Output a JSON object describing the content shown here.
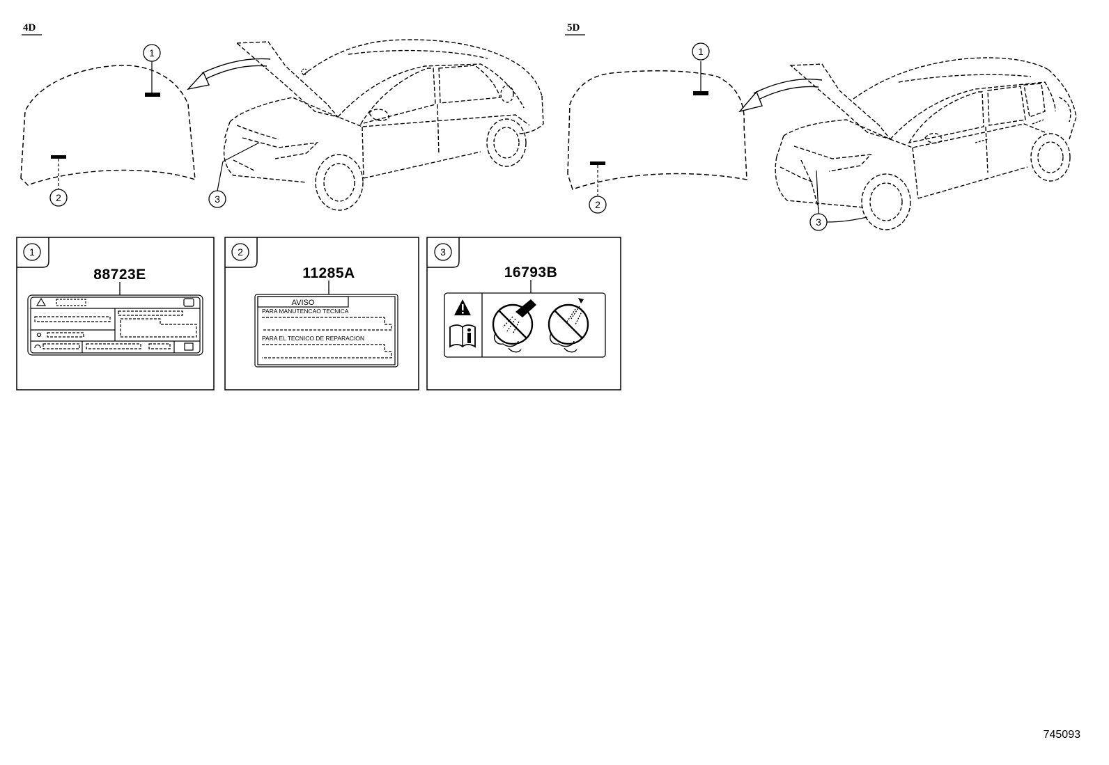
{
  "views": {
    "sedan": {
      "title": "4D"
    },
    "hatchback": {
      "title": "5D"
    }
  },
  "callouts": {
    "c1": "1",
    "c2": "2",
    "c3": "3"
  },
  "panels": [
    {
      "callout": "1",
      "part_number": "88723E"
    },
    {
      "callout": "2",
      "part_number": "11285A",
      "label_heading": "AVISO",
      "label_line1": "PARA MANUTENCAO TECNICA",
      "label_line2": "PARA EL TECNICO DE REPARACION"
    },
    {
      "callout": "3",
      "part_number": "16793B"
    }
  ],
  "icons": [
    "warning-triangle-icon",
    "manual-book-icon",
    "no-pressure-wash-icon",
    "no-spray-icon"
  ],
  "figure_number": "745093"
}
